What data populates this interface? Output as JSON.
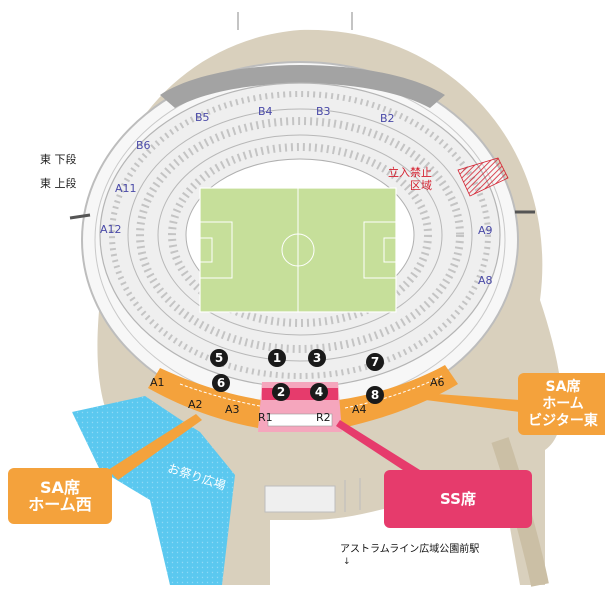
{
  "legend": {
    "lower": "東 下段",
    "upper": "東 上段"
  },
  "sections": {
    "b5": "B5",
    "b4": "B4",
    "b3": "B3",
    "b2": "B2",
    "b6": "B6",
    "a11": "A11",
    "a12": "A12",
    "a9": "A9",
    "a8": "A8",
    "a1": "A1",
    "a2": "A2",
    "a3": "A3",
    "r1": "R1",
    "r2": "R2",
    "a4": "A4",
    "a6": "A6"
  },
  "restricted": {
    "line1": "立入禁止",
    "line2": "区域"
  },
  "markers": {
    "m1": "1",
    "m2": "2",
    "m3": "3",
    "m4": "4",
    "m5": "5",
    "m6": "6",
    "m7": "7",
    "m8": "8"
  },
  "callouts": {
    "sa_east": {
      "line1": "SA席",
      "line2": "ホーム",
      "line3": "ビジター東"
    },
    "sa_west": {
      "line1": "SA席",
      "line2": "ホーム西"
    },
    "ss": "SS席"
  },
  "plaza": "お祭り広場",
  "station": "アストラムライン広域公園前駅",
  "station_arrow": "↓",
  "colors": {
    "ground": "#d9d0bd",
    "stand": "#efefef",
    "pitch": "#c6df9a",
    "sa": "#f4a23c",
    "ss": "#e63b6c",
    "ss_light": "#f5a6bd",
    "plaza": "#5bc8ef",
    "restricted": "#d4202f"
  }
}
